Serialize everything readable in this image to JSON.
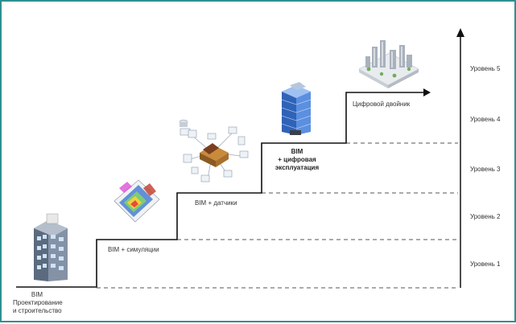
{
  "steps": [
    {
      "line1": "BIM",
      "line2": "Проектирование",
      "line3": "и строительство"
    },
    {
      "text": "BIM + симуляции"
    },
    {
      "text": "BIM + датчики"
    },
    {
      "line1": "BIM",
      "line2": "+ цифровая",
      "line3": "эксплуатация"
    },
    {
      "text": "Цифровой двойник"
    }
  ],
  "levels": [
    "Уровень 5",
    "Уровень 4",
    "Уровень 3",
    "Уровень 2",
    "Уровень 1"
  ],
  "colors": {
    "frame": "#2f8f8f",
    "stair": "#111111",
    "dash": "#555555"
  }
}
